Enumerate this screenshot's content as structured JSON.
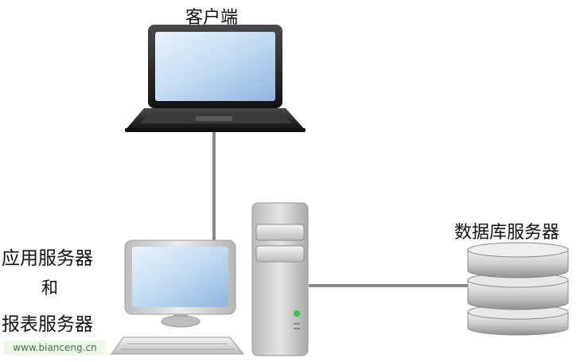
{
  "labels": {
    "client": "客户端",
    "app_server_line1": "应用服务器",
    "app_server_line2": "和",
    "app_server_line3": "报表服务器",
    "db_server": "数据库服务器"
  },
  "watermark": "www.bianceng.cn",
  "nodes": [
    {
      "id": "client",
      "icon": "laptop-icon"
    },
    {
      "id": "app-report-server",
      "icon": "desktop-monitor-icon"
    },
    {
      "id": "server-tower",
      "icon": "server-tower-icon"
    },
    {
      "id": "db-server",
      "icon": "database-icon"
    }
  ],
  "edges": [
    {
      "from": "client",
      "to": "app-report-server"
    },
    {
      "from": "server-tower",
      "to": "db-server"
    }
  ],
  "colors": {
    "connector": "#888888",
    "screen": "#b6d4ef",
    "laptop_body": "#2a2a2a",
    "silver": "#c8c8c8",
    "indicator": "#3cc43c",
    "watermark_text": "#3a7a40"
  }
}
